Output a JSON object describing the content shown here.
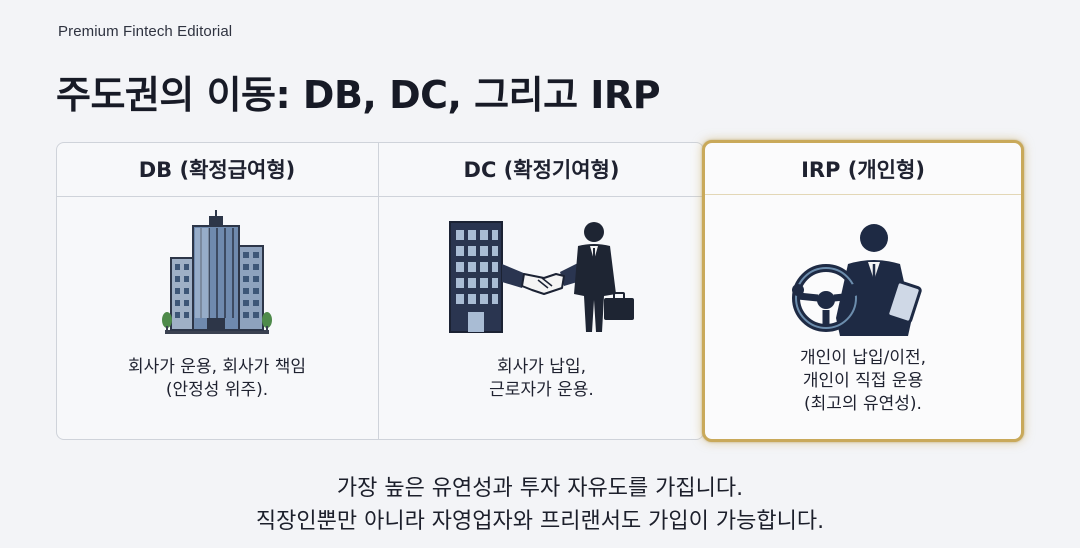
{
  "brand": "Premium Fintech Editorial",
  "title": "주도권의 이동: DB, DC, 그리고 IRP",
  "columns": [
    {
      "heading": "DB (확정급여형)",
      "icon": "office-building-icon",
      "desc": [
        "회사가 운용, 회사가 책임",
        "(안정성 위주)."
      ]
    },
    {
      "heading": "DC (확정기여형)",
      "icon": "handshake-icon",
      "desc": [
        "회사가 납입,",
        "근로자가 운용."
      ]
    },
    {
      "heading": "IRP (개인형)",
      "icon": "person-steering-wheel-icon",
      "desc": [
        "개인이 납입/이전,",
        "개인이 직접 운용",
        "(최고의 유연성)."
      ],
      "highlight_color": "#c9a95a"
    }
  ],
  "footer": [
    "가장 높은 유연성과 투자 자유도를 가집니다.",
    "직장인뿐만 아니라 자영업자와 프리랜서도 가입이 가능합니다."
  ],
  "colors": {
    "background": "#f3f4f7",
    "dark_navy": "#1e2a44",
    "accent_gold": "#c9a95a"
  }
}
